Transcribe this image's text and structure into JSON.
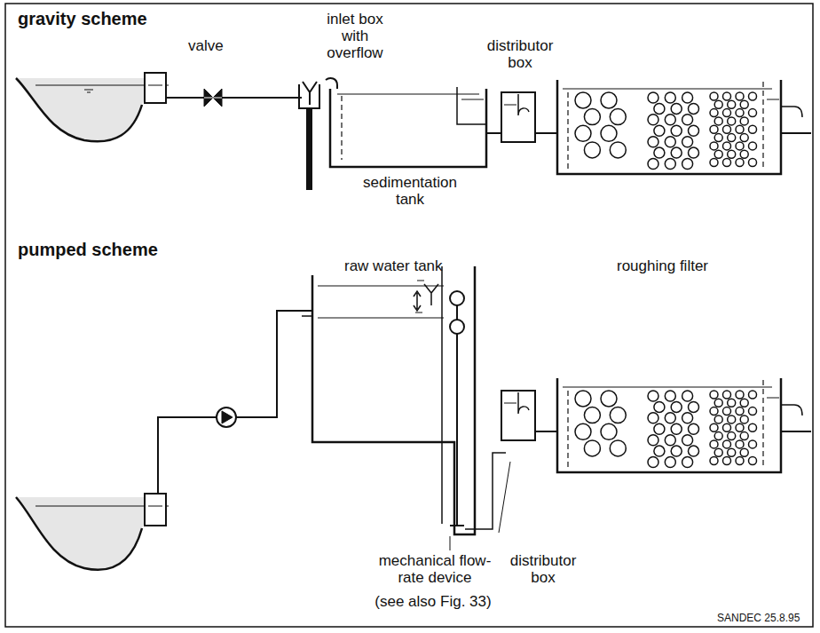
{
  "diagram": {
    "labels": [
      "gravity scheme",
      "valve",
      "inlet box with overflow",
      "distributor box",
      "sedimentation tank",
      "pumped scheme",
      "raw water tank",
      "roughing filter",
      "mechanical flow-rate device",
      "distributor box",
      "(see also Fig. 33)",
      "SANDEC 25.8.95"
    ]
  }
}
